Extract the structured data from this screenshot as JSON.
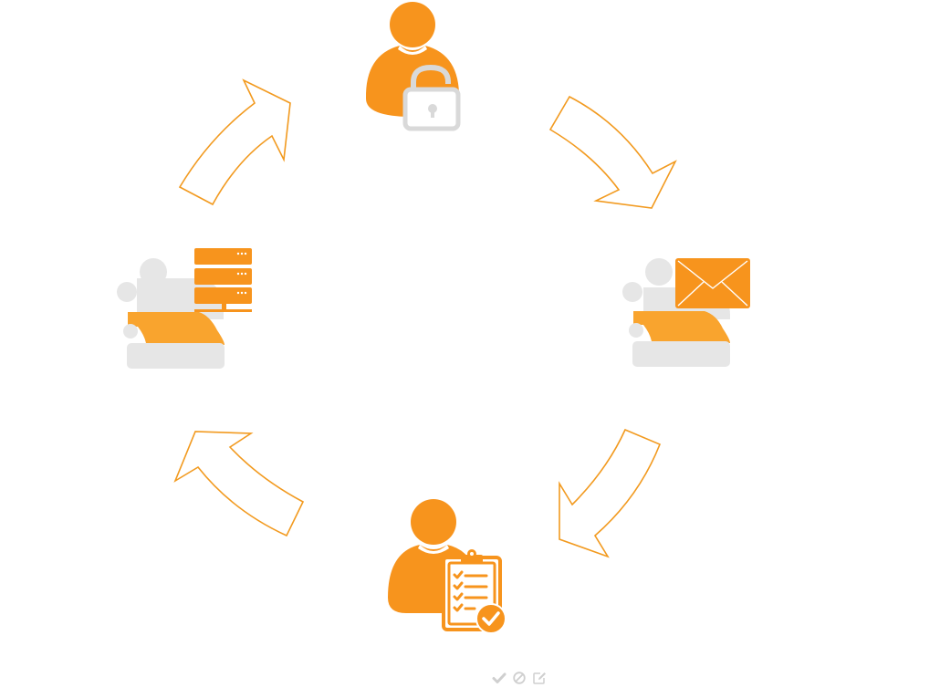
{
  "diagram": {
    "type": "cycle",
    "colors": {
      "accent": "#F7941D",
      "accent_light": "#F9A42E",
      "neutral": "#E6E6E6",
      "lock": "#D9D9D9",
      "arrow_stroke": "#F29A1F",
      "toolbar_icon": "#CFCFCF"
    },
    "nodes": [
      {
        "id": "user-unlock",
        "icon": "user-with-unlocked-padlock-icon",
        "position": "top"
      },
      {
        "id": "send-mail",
        "icon": "group-with-envelope-icon",
        "position": "right"
      },
      {
        "id": "user-checklist",
        "icon": "user-with-clipboard-checklist-icon",
        "position": "bottom"
      },
      {
        "id": "server-storage",
        "icon": "group-with-server-stack-icon",
        "position": "left"
      }
    ],
    "arrows": [
      {
        "from": "user-unlock",
        "to": "send-mail",
        "direction": "clockwise"
      },
      {
        "from": "send-mail",
        "to": "user-checklist",
        "direction": "clockwise"
      },
      {
        "from": "user-checklist",
        "to": "server-storage",
        "direction": "clockwise"
      },
      {
        "from": "server-storage",
        "to": "user-unlock",
        "direction": "clockwise"
      }
    ]
  },
  "toolbar": {
    "items": [
      {
        "name": "approve",
        "icon": "check-icon"
      },
      {
        "name": "reject",
        "icon": "ban-icon"
      },
      {
        "name": "edit",
        "icon": "edit-icon"
      }
    ]
  }
}
